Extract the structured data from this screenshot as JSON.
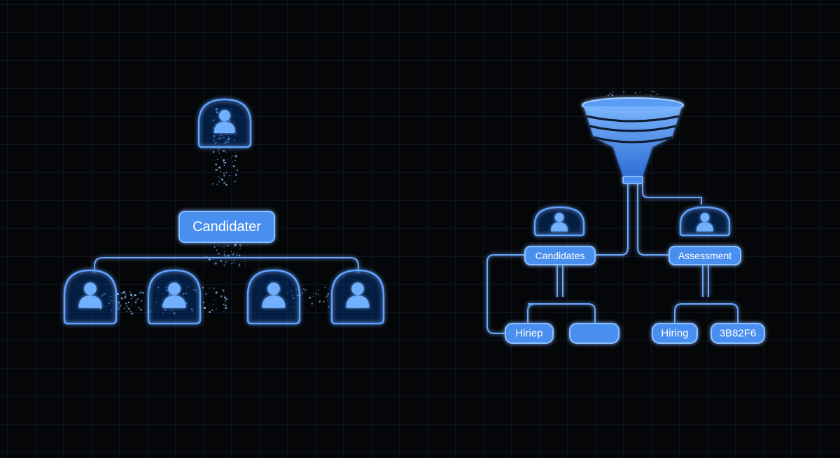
{
  "colors": {
    "background": "#050608",
    "accent": "#5ea3ff",
    "pill_fill": "#4a8ff0",
    "grid": "#1c2c4c"
  },
  "left_tree": {
    "center_label": "Candidater"
  },
  "right_tree": {
    "top_icon": "funnel-icon",
    "labels": {
      "candidates": "Candidates",
      "assessment": "Assessment",
      "hiriep": "Hiriep",
      "blank": "",
      "hiring": "Hiring",
      "code": "3B82F6"
    }
  }
}
